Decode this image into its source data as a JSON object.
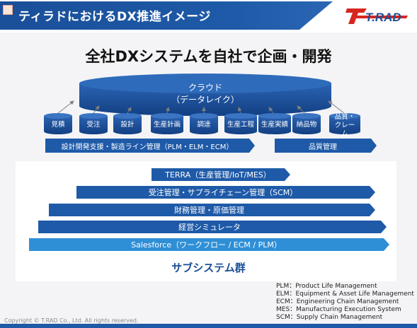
{
  "header": {
    "title": "ティラドにおけるDX推進イメージ",
    "logo_text": "T.RAD"
  },
  "heading": "全社DXシステムを自社で企画・開発",
  "cloud": {
    "line1": "クラウド",
    "line2": "（データレイク）"
  },
  "databases": [
    "見積",
    "受注",
    "設計",
    "生産計画",
    "調達",
    "生産工程",
    "生産実績",
    "納品物",
    "品質・クレーム"
  ],
  "bands": {
    "design": "設計開発支援・製造ライン管理（PLM・ELM・ECM）",
    "quality": "品質管理"
  },
  "systems": [
    "TERRA（生産管理/IoT/MES）",
    "受注管理・サプライチェーン管理（SCM）",
    "財務管理・原価管理",
    "経営シミュレータ",
    "Salesforce（ワークフロー / ECM / PLM）"
  ],
  "subsystems_label": "サブシステム群",
  "legend": [
    "PLM：Product Life Management",
    "ELM：Equipment & Asset Life Management",
    "ECM：Engineering Chain Management",
    "MES：Manufacturing Execution System",
    "SCM：Supply Chain Management"
  ],
  "copyright": "Copyright © T.RAD Co., Ltd. All rights reserved.",
  "colors": {
    "primary": "#1e5aa8",
    "dark_blue": "#1a4f99",
    "salesforce": "#2f8fd6",
    "logo_red": "#d7261e"
  }
}
